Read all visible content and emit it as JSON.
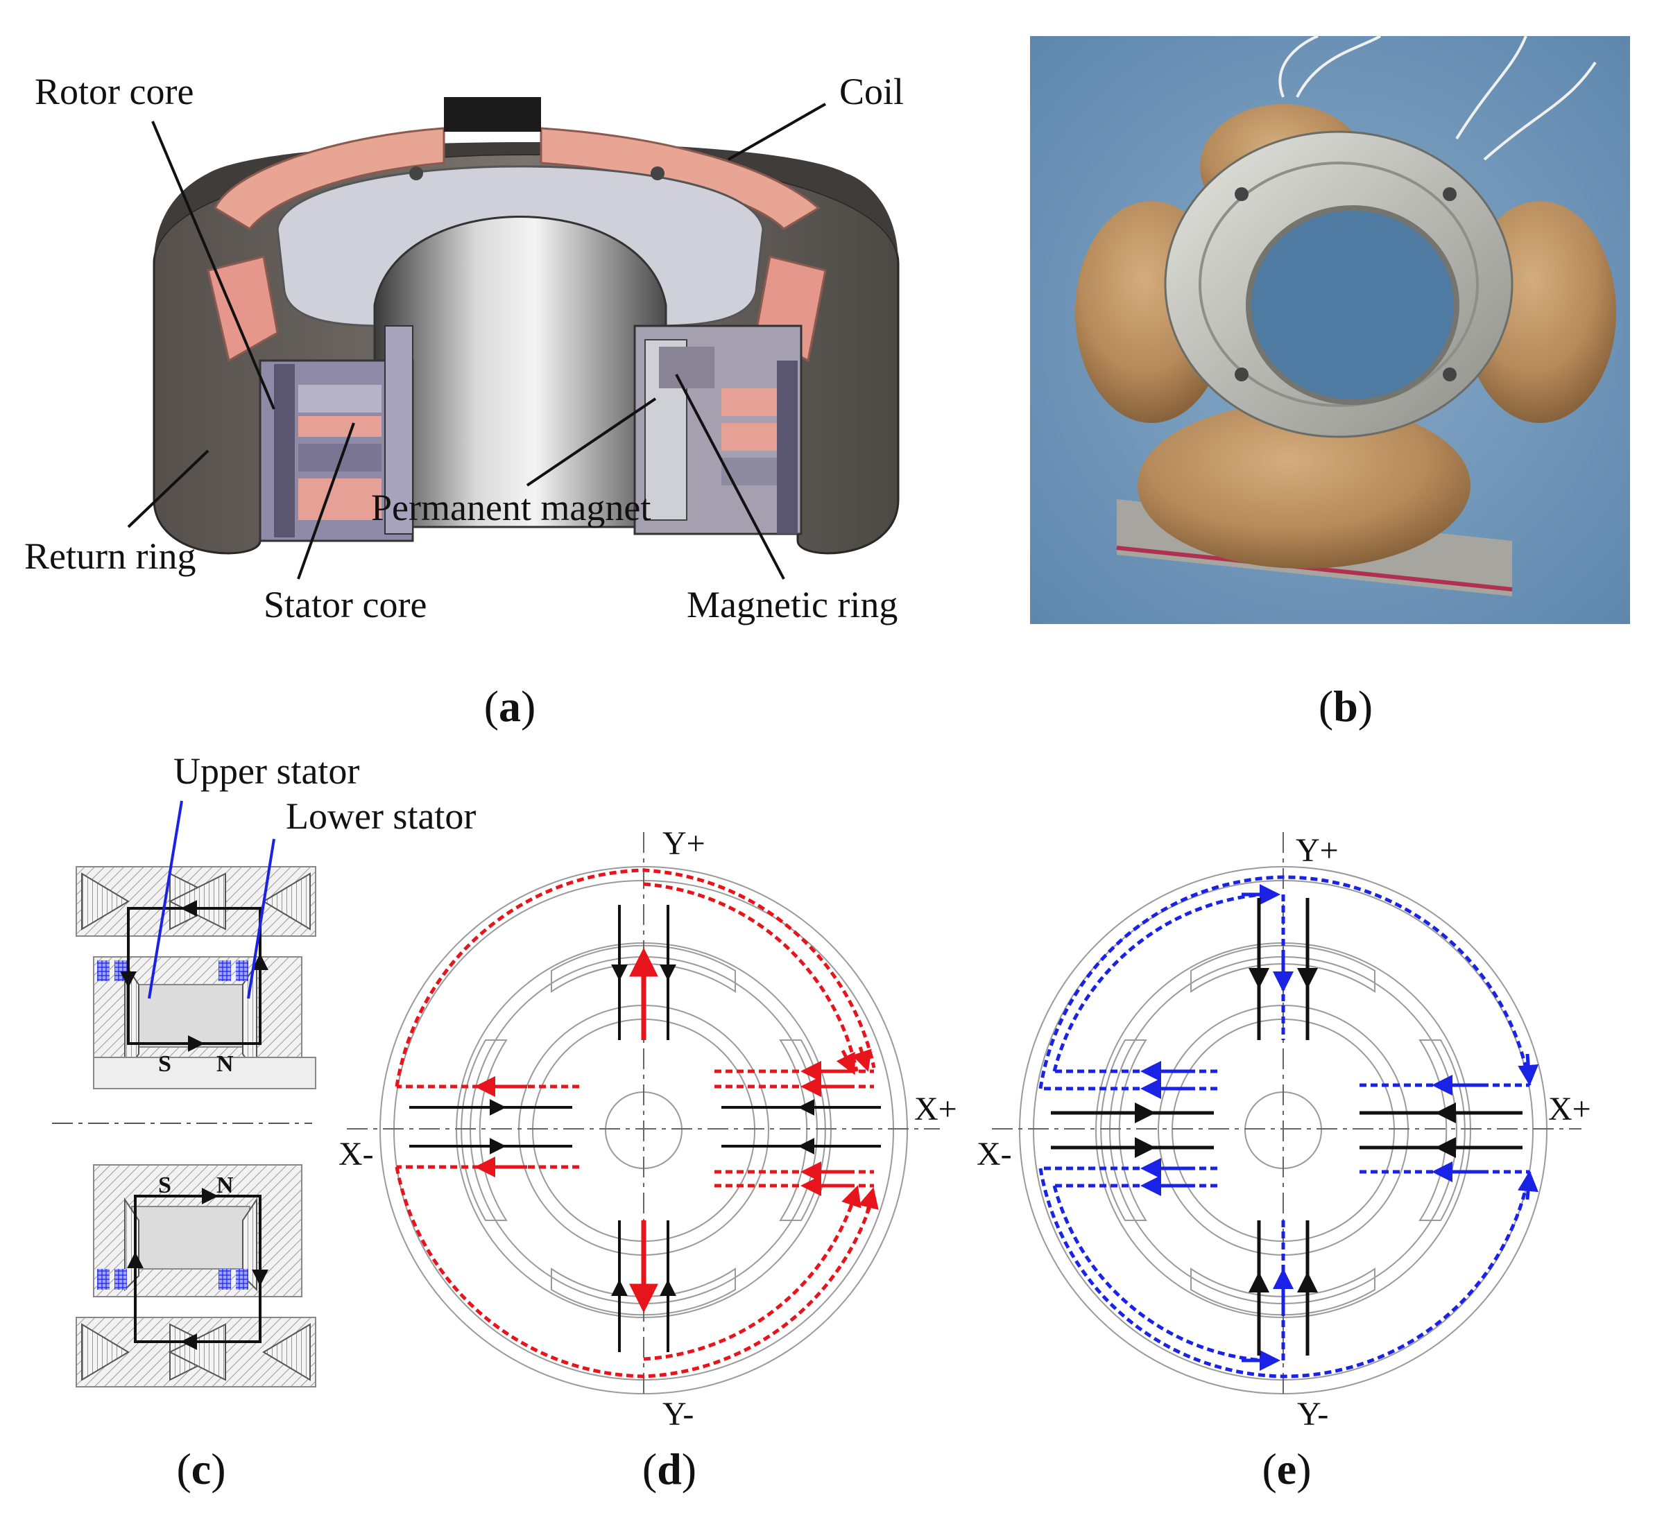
{
  "colors": {
    "accent_red": "#e8141b",
    "accent_blue": "#1a22e6",
    "coil_pink": "#e8a594",
    "return_ring": "#6b6560",
    "photo_bg": "#6d94b8",
    "coil_tan": "#b48656"
  },
  "panel_a": {
    "labels": {
      "rotor_core": "Rotor core",
      "coil": "Coil",
      "return_ring": "Return ring",
      "stator_core": "Stator core",
      "permanent_magnet": "Permanent magnet",
      "magnetic_ring": "Magnetic ring"
    },
    "caption_letter": "a"
  },
  "panel_b": {
    "caption_letter": "b"
  },
  "panel_c": {
    "labels": {
      "upper_stator": "Upper stator",
      "lower_stator": "Lower stator",
      "s": "S",
      "n": "N"
    },
    "caption_letter": "c"
  },
  "panel_d": {
    "axes": {
      "y_plus": "Y+",
      "y_minus": "Y-",
      "x_plus": "X+",
      "x_minus": "X-"
    },
    "caption_letter": "d"
  },
  "panel_e": {
    "axes": {
      "y_plus": "Y+",
      "y_minus": "Y-",
      "x_plus": "X+",
      "x_minus": "X-"
    },
    "caption_letter": "e"
  },
  "caption_parens": {
    "open": "(",
    "close": ")"
  }
}
